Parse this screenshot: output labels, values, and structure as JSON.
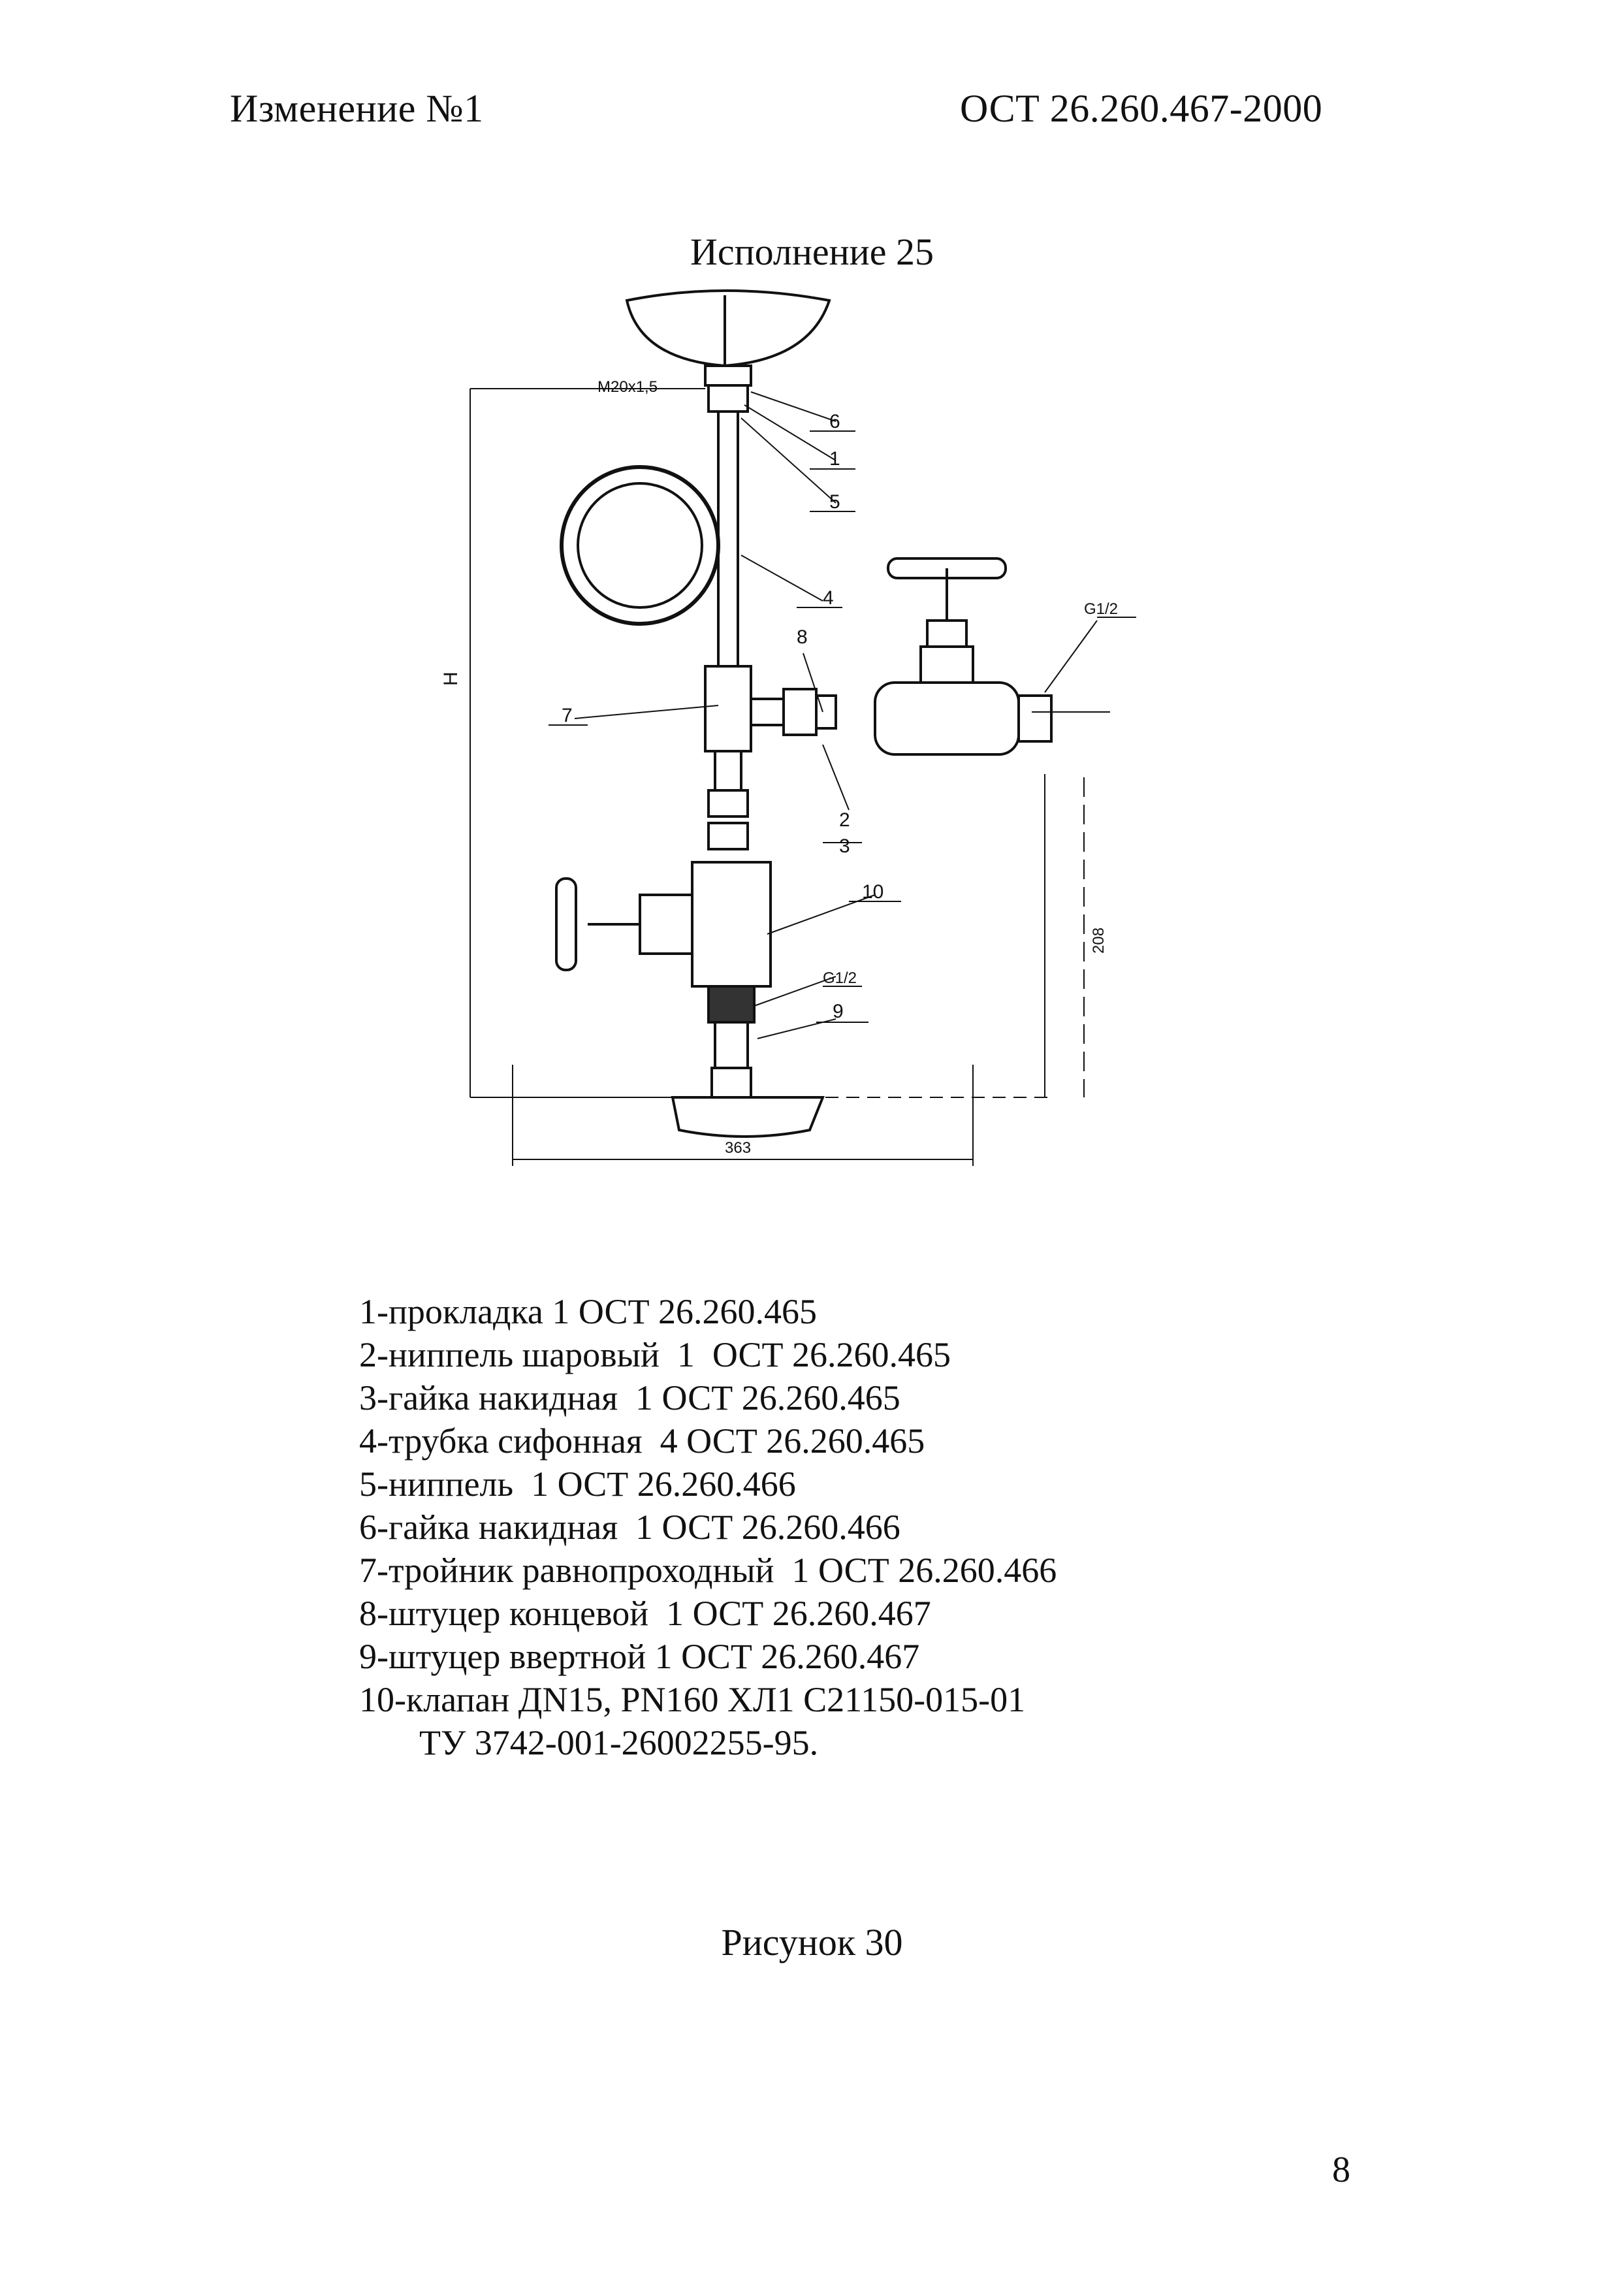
{
  "header": {
    "left": "Изменение №1",
    "right": "ОСТ 26.260.467-2000"
  },
  "variant_title": "Исполнение 25",
  "drawing": {
    "callouts": [
      "6",
      "1",
      "5",
      "4",
      "8",
      "7",
      "2",
      "3",
      "10",
      "9"
    ],
    "thread_top": "M20x1,5",
    "thread_valve_right": "G1/2",
    "thread_bottom": "G1/2",
    "dim_height": "H",
    "dim_208": "208",
    "dim_363": "363"
  },
  "parts": [
    "1-прокладка 1 ОСТ 26.260.465",
    "2-ниппель шаровый  1  ОСТ 26.260.465",
    "3-гайка накидная  1 ОСТ 26.260.465",
    "4-трубка сифонная  4 ОСТ 26.260.465",
    "5-ниппель  1 ОСТ 26.260.466",
    "6-гайка накидная  1 ОСТ 26.260.466",
    "7-тройник равнопроходный  1 ОСТ 26.260.466",
    "8-штуцер концевой  1 ОСТ 26.260.467",
    "9-штуцер ввертной 1 ОСТ 26.260.467",
    "10-клапан ДN15, PN160 ХЛ1 С21150-015-01"
  ],
  "parts_continuation": "ТУ 3742-001-26002255-95.",
  "figure_caption": "Рисунок 30",
  "page_number": "8"
}
